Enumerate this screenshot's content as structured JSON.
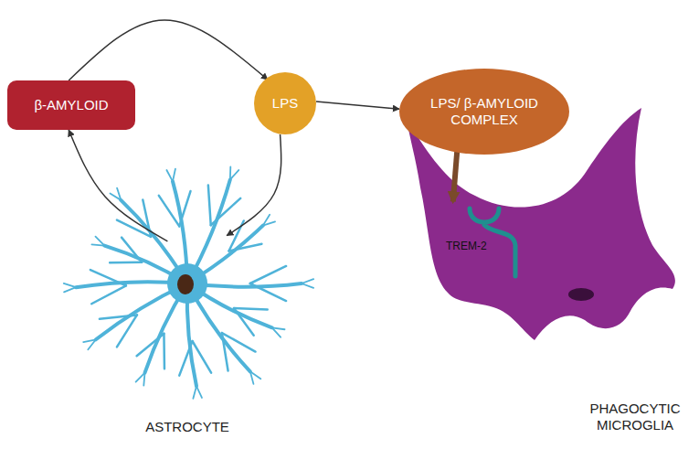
{
  "diagram": {
    "nodes": [
      {
        "text": [
          "β-AMYLOID"
        ]
      },
      {
        "text": [
          "LPS"
        ]
      },
      {
        "text": [
          "LPS/ β-AMYLOID COMPLEX"
        ]
      },
      {
        "text": [
          "ASTROCYTE"
        ]
      },
      {
        "text": [
          "PHAGOCYTIC MICROGLIA"
        ]
      }
    ],
    "edges": [
      {
        "from": 0,
        "to": 1,
        "arrow": "to"
      },
      {
        "from": 1,
        "to": 3,
        "arrow": "to"
      },
      {
        "from": 3,
        "to": 0,
        "arrow": "to"
      },
      {
        "from": 1,
        "to": 2,
        "arrow": "to"
      },
      {
        "from": 2,
        "to": 4,
        "arrow": "to"
      }
    ],
    "labels": [
      "TREM-2"
    ]
  }
}
